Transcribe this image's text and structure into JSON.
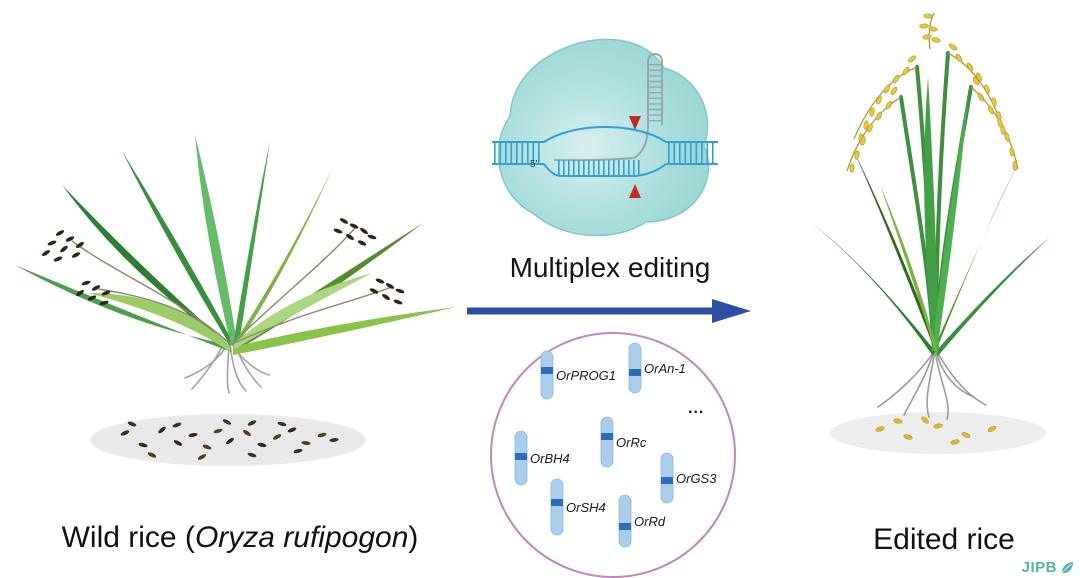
{
  "captions": {
    "wild_prefix": "Wild rice (",
    "wild_species": "Oryza rufipogon",
    "wild_suffix": ")",
    "edited": "Edited rice"
  },
  "editing": {
    "title": "Multiplex editing",
    "dna_label": "5'"
  },
  "genes": {
    "items": [
      {
        "label": "OrPROG1"
      },
      {
        "label": "OrAn-1"
      },
      {
        "label": "OrBH4"
      },
      {
        "label": "OrRc"
      },
      {
        "label": "OrGS3"
      },
      {
        "label": "OrSH4"
      },
      {
        "label": "OrRd"
      }
    ],
    "more": "..."
  },
  "logo": {
    "text": "JIPB"
  },
  "colors": {
    "arrow_blue": "#2a4fa3",
    "dna_blue": "#2f9fd6",
    "cas9_teal": "#9fd6d5",
    "sgRNA_gray": "#97a5ac",
    "chromosome_blue": "#a9cdea",
    "centromere_blue": "#2d6db5",
    "circle_outline_pink": "#c287b4",
    "cut_marker_red": "#c62828",
    "wild_leaf_green": "#388e3c",
    "grain_gold": "#e6c83d",
    "logo_teal": "#55b0b0"
  }
}
